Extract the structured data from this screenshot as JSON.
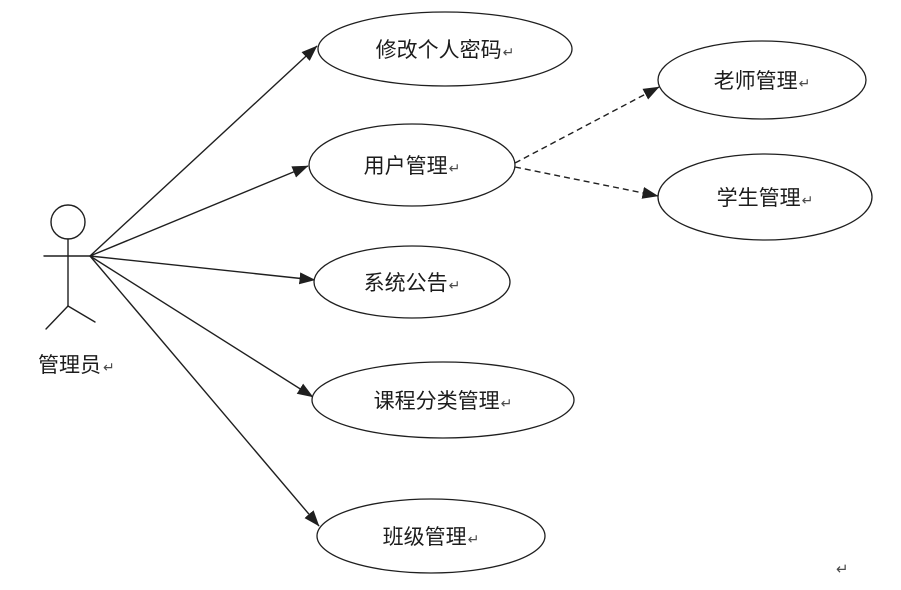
{
  "diagram": {
    "type": "uml-use-case",
    "actor": {
      "label": "管理员"
    },
    "use_cases": [
      {
        "label": "修改个人密码"
      },
      {
        "label": "用户管理"
      },
      {
        "label": "系统公告"
      },
      {
        "label": "课程分类管理"
      },
      {
        "label": "班级管理"
      },
      {
        "label": "老师管理"
      },
      {
        "label": "学生管理"
      }
    ],
    "relationships": [
      {
        "from": "管理员",
        "to": "修改个人密码",
        "style": "solid-arrow"
      },
      {
        "from": "管理员",
        "to": "用户管理",
        "style": "solid-arrow"
      },
      {
        "from": "管理员",
        "to": "系统公告",
        "style": "solid-arrow"
      },
      {
        "from": "管理员",
        "to": "课程分类管理",
        "style": "solid-arrow"
      },
      {
        "from": "管理员",
        "to": "班级管理",
        "style": "solid-arrow"
      },
      {
        "from": "用户管理",
        "to": "老师管理",
        "style": "dashed-arrow"
      },
      {
        "from": "用户管理",
        "to": "学生管理",
        "style": "dashed-arrow"
      }
    ],
    "paragraph_mark": "↵",
    "trailing_mark": "↵",
    "colors": {
      "line": "#1f1f1f",
      "text": "#1c1c1c",
      "background": "#ffffff"
    }
  }
}
